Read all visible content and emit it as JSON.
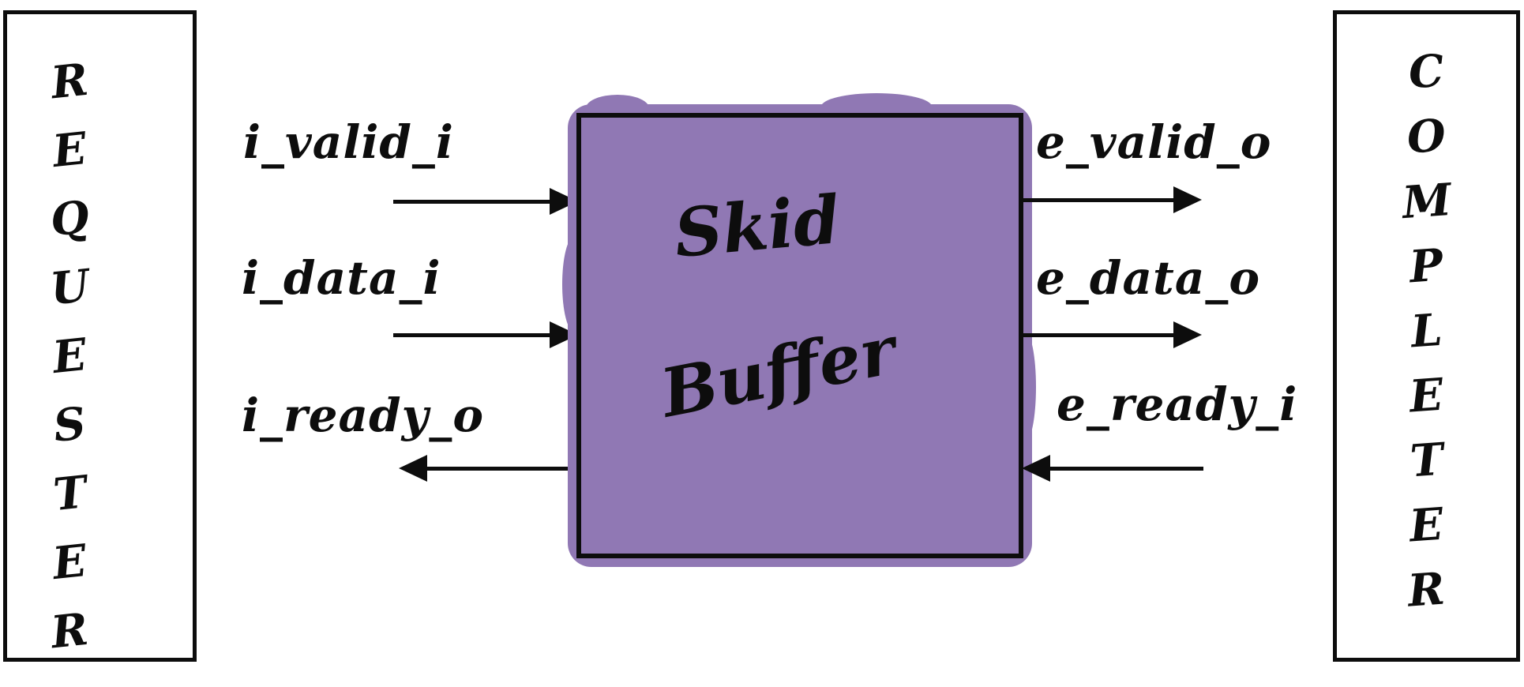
{
  "requester": {
    "label": "REQUESTER",
    "letters": [
      "R",
      "E",
      "Q",
      "U",
      "E",
      "S",
      "T",
      "E",
      "R"
    ]
  },
  "completer": {
    "label": "COMPLETER",
    "letters": [
      "C",
      "O",
      "M",
      "P",
      "L",
      "E",
      "T",
      "E",
      "R"
    ]
  },
  "skid_buffer": {
    "line1": "Skid",
    "line2": "Buffer"
  },
  "signals": {
    "left": [
      {
        "name": "i_valid_i",
        "direction": "requester-to-buffer"
      },
      {
        "name": "i_data_i",
        "direction": "requester-to-buffer"
      },
      {
        "name": "i_ready_o",
        "direction": "buffer-to-requester"
      }
    ],
    "right": [
      {
        "name": "e_valid_o",
        "direction": "buffer-to-completer"
      },
      {
        "name": "e_data_o",
        "direction": "buffer-to-completer"
      },
      {
        "name": "e_ready_i",
        "direction": "completer-to-buffer"
      }
    ]
  },
  "colors": {
    "block_fill": "#9078b4",
    "ink": "#0d0d0d",
    "background": "#ffffff"
  }
}
